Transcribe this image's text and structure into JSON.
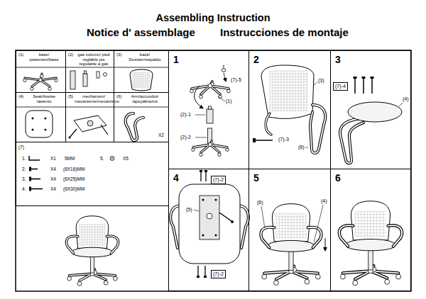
{
  "diagram": {
    "title": "Assembling Instruction",
    "nodes": [
      {
        "text": [
          "(1)",
          "base/ pietement/base"
        ]
      },
      {
        "text": [
          "(2)",
          "gas column/ pied reglable pie regulable a gas"
        ]
      },
      {
        "text": [
          "(3)",
          "back/ Dossier/respaldo"
        ]
      },
      {
        "text": [
          "1"
        ]
      },
      {
        "text": [
          "2"
        ]
      },
      {
        "text": [
          "3"
        ]
      },
      {
        "text": [
          "(7)-4"
        ],
        "in": 5
      },
      {
        "text": [
          "(4)",
          "Seat/Assise /asiento"
        ]
      },
      {
        "text": [
          "(5)",
          "mechanism/ mecanisme/mecanismo"
        ]
      },
      {
        "text": [
          "(6)",
          "Arm/accoudoir /apoyabrazos",
          "X2"
        ]
      },
      {
        "text": [
          "(7)",
          "1.",
          "X1",
          "5MM",
          "5.",
          "X5",
          "2.",
          "X4",
          "(6X16)MM",
          "3.",
          "X4",
          "(6X25)MM",
          "4.",
          "X4",
          "(6X30)MM"
        ]
      },
      {
        "text": [
          "4"
        ]
      },
      {
        "text": [
          "(7)-2"
        ],
        "in": 11
      },
      {
        "text": [
          "(7)-2"
        ],
        "in": 11
      },
      {
        "text": [
          "5"
        ]
      },
      {
        "text": [
          "6"
        ]
      }
    ],
    "labels": [
      "Notice d' assemblage",
      "Instrucciones de montaje",
      "(7)-5",
      "(1)",
      "(2)-1",
      "(2)-2",
      "(3)",
      "(7)-3",
      "(6)",
      "(4)",
      "(5)",
      "(6)",
      "(4)"
    ]
  }
}
